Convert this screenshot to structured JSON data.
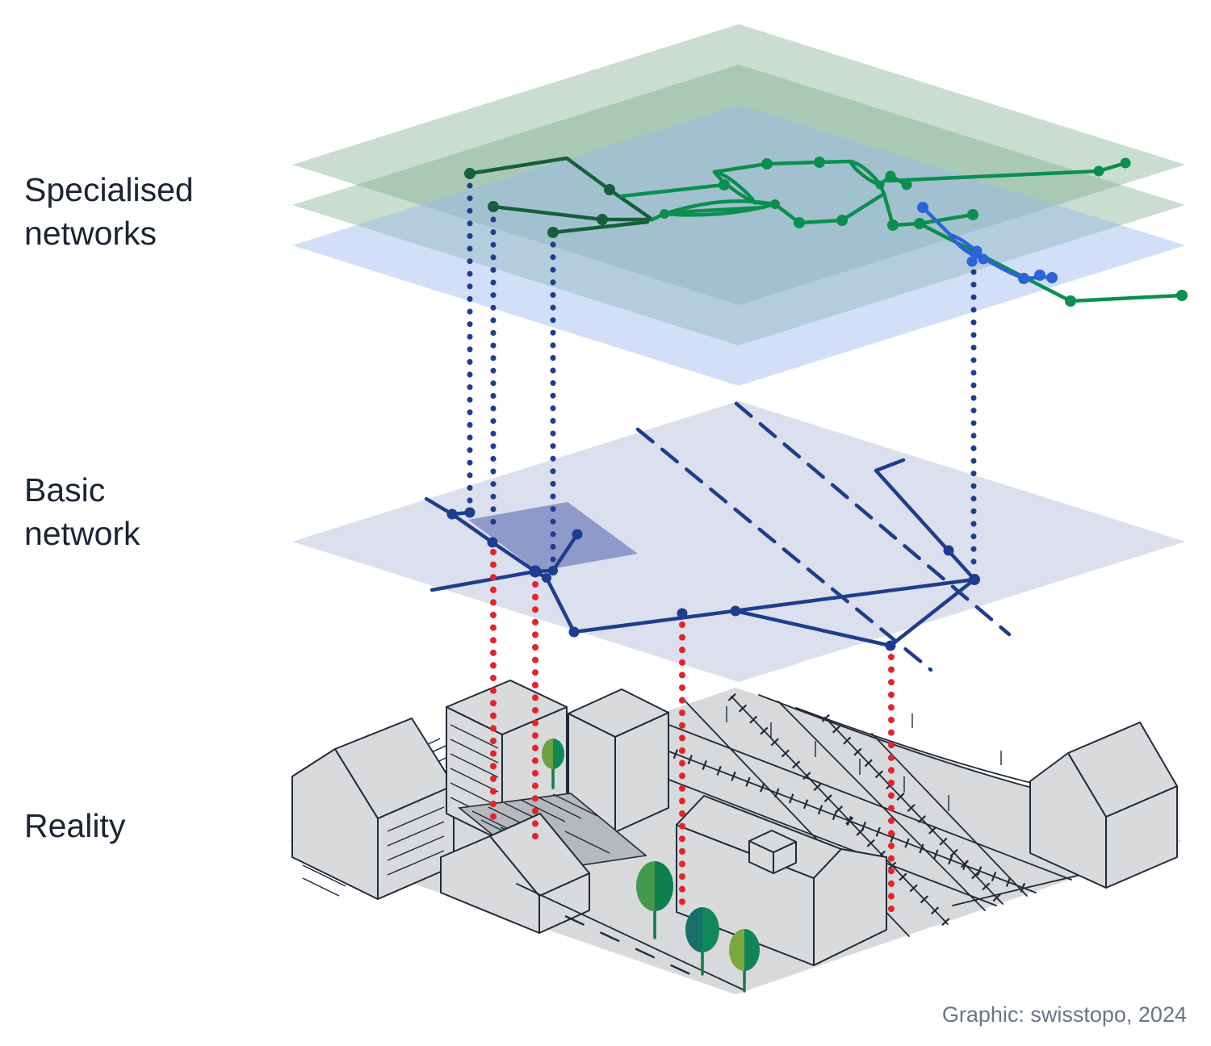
{
  "labels": {
    "specialised": "Specialised\nnetworks",
    "basic": "Basic\nnetwork",
    "reality": "Reality"
  },
  "caption": "Graphic: swisstopo, 2024",
  "colors": {
    "label-color": "#1b2433",
    "caption-color": "#6a7488",
    "green-layer": "#7fae8e",
    "blue-layer": "#9ab9f0",
    "basic-layer": "#dcdfee",
    "basic-zone": "#8e9ac9",
    "dark-green": "#15603a",
    "bright-green": "#0b8f4e",
    "top-blue": "#2b63d9",
    "navy": "#1f3d8f",
    "red": "#e3242b",
    "ground-fill": "#d7d9da",
    "bldg-fill": "#d8dadb",
    "bldg-stroke": "#222a38",
    "parking-fill": "#b5b8bd",
    "tree-light": "#6ca13e",
    "tree-green": "#108a52",
    "tree-teal": "#17706a",
    "tree-olive": "#7aa83f",
    "tree-stem": "#0f7c4b"
  },
  "structure": {
    "specialised_layers": [
      "green network plane A",
      "green network plane B",
      "blue network plane"
    ],
    "basic_layer": "basic network plane with built-up zone",
    "reality_layer": "isometric city with buildings, parking, railway yard, trees"
  }
}
